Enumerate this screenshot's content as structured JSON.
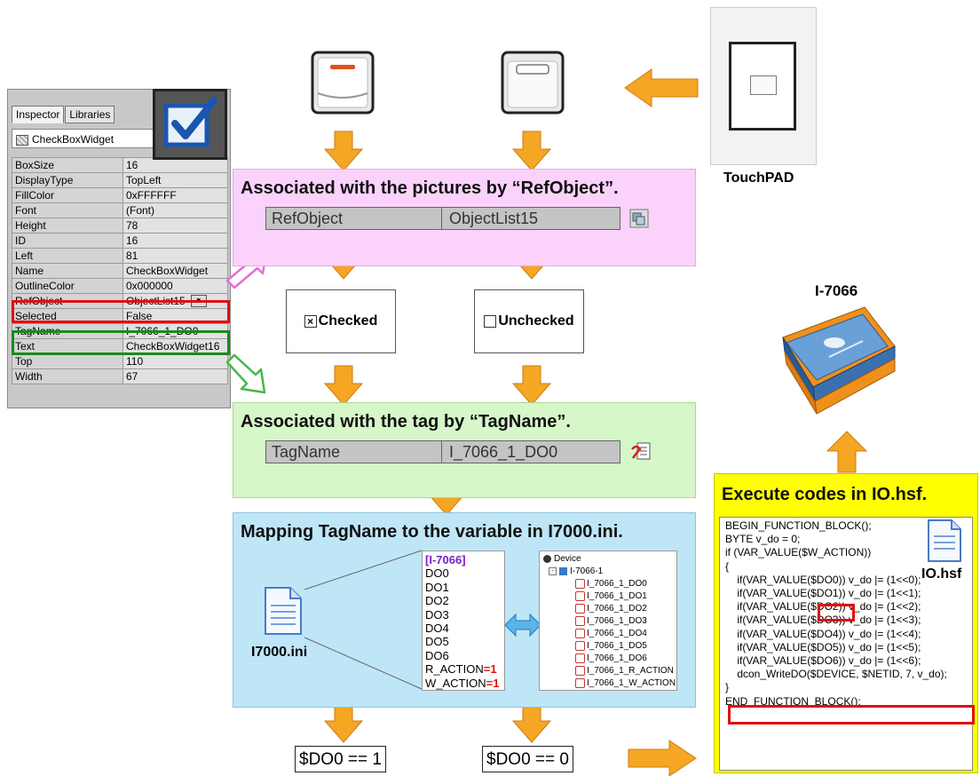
{
  "inspector": {
    "tabs": [
      "Inspector",
      "Libraries"
    ],
    "widget_title": "CheckBoxWidget",
    "properties": [
      {
        "name": "BoxSize",
        "value": "16"
      },
      {
        "name": "DisplayType",
        "value": "TopLeft"
      },
      {
        "name": "FillColor",
        "value": "0xFFFFFF"
      },
      {
        "name": "Font",
        "value": "(Font)"
      },
      {
        "name": "Height",
        "value": "78"
      },
      {
        "name": "ID",
        "value": "16"
      },
      {
        "name": "Left",
        "value": "81"
      },
      {
        "name": "Name",
        "value": "CheckBoxWidget"
      },
      {
        "name": "OutlineColor",
        "value": "0x000000"
      },
      {
        "name": "RefObject",
        "value": "ObjectList15"
      },
      {
        "name": "Selected",
        "value": "False"
      },
      {
        "name": "TagName",
        "value": "I_7066_1_DO0"
      },
      {
        "name": "Text",
        "value": "CheckBoxWidget16"
      },
      {
        "name": "Top",
        "value": "110"
      },
      {
        "name": "Width",
        "value": "67"
      }
    ]
  },
  "touchpad": {
    "label": "TouchPAD"
  },
  "ref_section": {
    "title": "Associated with the pictures by “RefObject”.",
    "prop_name": "RefObject",
    "prop_value": "ObjectList15"
  },
  "states": {
    "checked": "Checked",
    "unchecked": "Unchecked"
  },
  "tag_section": {
    "title": "Associated with the tag by “TagName”.",
    "prop_name": "TagName",
    "prop_value": "I_7066_1_DO0"
  },
  "map_section": {
    "title": "Mapping TagName to the variable in I7000.ini.",
    "ini_file": "I7000.ini",
    "ini_lines": [
      {
        "text": "[I-7066]",
        "suffix": ""
      },
      {
        "text": "DO0",
        "suffix": ""
      },
      {
        "text": "DO1",
        "suffix": ""
      },
      {
        "text": "DO2",
        "suffix": ""
      },
      {
        "text": "DO3",
        "suffix": ""
      },
      {
        "text": "DO4",
        "suffix": ""
      },
      {
        "text": "DO5",
        "suffix": ""
      },
      {
        "text": "DO6",
        "suffix": ""
      },
      {
        "text": "R_ACTION",
        "suffix": "=1"
      },
      {
        "text": "W_ACTION",
        "suffix": "=1"
      }
    ],
    "tree_root": "Device",
    "tree_node": "I-7066-1",
    "tree_leaves": [
      "I_7066_1_DO0",
      "I_7066_1_DO1",
      "I_7066_1_DO2",
      "I_7066_1_DO3",
      "I_7066_1_DO4",
      "I_7066_1_DO5",
      "I_7066_1_DO6",
      "I_7066_1_R_ACTION",
      "I_7066_1_W_ACTION"
    ]
  },
  "results": {
    "one": "$DO0 == 1",
    "zero": "$DO0 == 0"
  },
  "module": {
    "label": "I-7066"
  },
  "exec_section": {
    "title": "Execute codes in IO.hsf.",
    "file": "IO.hsf",
    "code_lines": [
      "BEGIN_FUNCTION_BLOCK();",
      "",
      "BYTE v_do = 0;",
      "",
      "if (VAR_VALUE($W_ACTION))",
      "{",
      "    if(VAR_VALUE($DO0)) v_do |= (1<<0);",
      "    if(VAR_VALUE($DO1)) v_do |= (1<<1);",
      "    if(VAR_VALUE($DO2)) v_do |= (1<<2);",
      "    if(VAR_VALUE($DO3)) v_do |= (1<<3);",
      "    if(VAR_VALUE($DO4)) v_do |= (1<<4);",
      "    if(VAR_VALUE($DO5)) v_do |= (1<<5);",
      "    if(VAR_VALUE($DO6)) v_do |= (1<<6);",
      "    dcon_WriteDO($DEVICE, $NETID, 7, v_do);",
      "}",
      "",
      "END_FUNCTION_BLOCK();"
    ]
  },
  "colors": {
    "arrow_fill": "#f5a623",
    "highlight_red": "#e01010",
    "highlight_green": "#1a8a1a",
    "ini_header": "#7a1fc8"
  }
}
